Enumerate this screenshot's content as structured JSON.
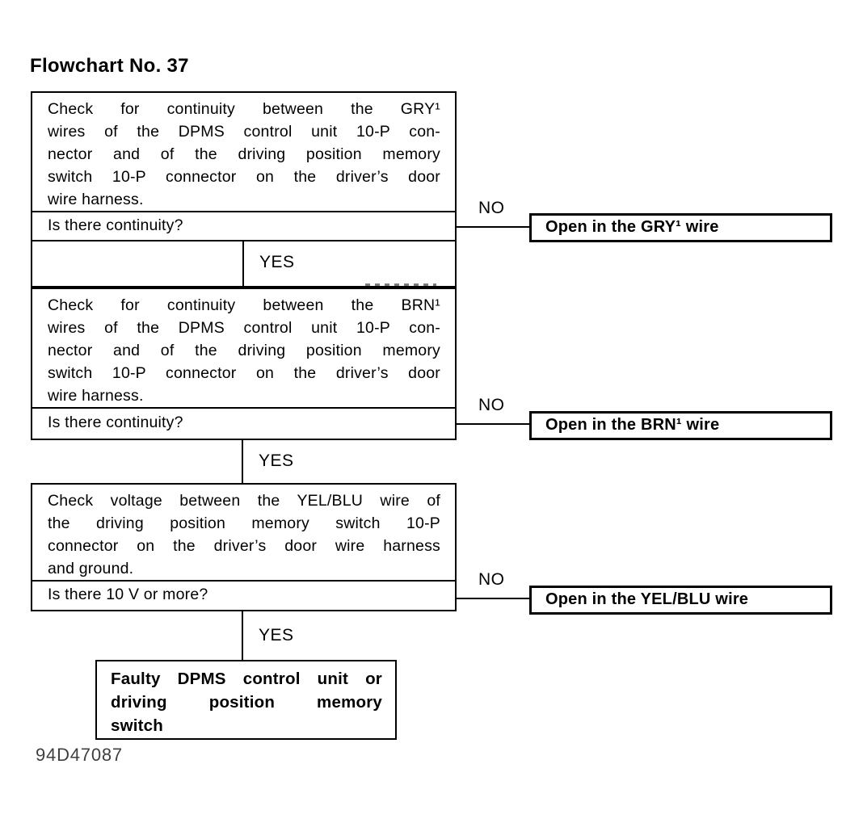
{
  "title": "Flowchart No. 37",
  "footer_code": "94D47087",
  "colors": {
    "ink": "#000000",
    "paper": "#ffffff"
  },
  "flowchart": {
    "steps": [
      {
        "statement_lines": [
          "Check for continuity between the GRY¹",
          "wires of the DPMS control unit 10-P con-",
          "nector and of the driving position memory",
          "switch 10-P connector on the driver’s door",
          "wire harness."
        ],
        "question": "Is there continuity?",
        "yes_label": "YES",
        "no_label": "NO",
        "result": "Open in the GRY¹ wire"
      },
      {
        "statement_lines": [
          "Check for continuity between the BRN¹",
          "wires of the DPMS control unit 10-P con-",
          "nector and of the driving position memory",
          "switch 10-P connector on the driver’s door",
          "wire harness."
        ],
        "question": "Is there continuity?",
        "yes_label": "YES",
        "no_label": "NO",
        "result": "Open in the BRN¹ wire"
      },
      {
        "statement_lines": [
          "Check voltage between the YEL/BLU wire of",
          "the driving position memory switch 10-P",
          "connector on the driver’s door wire harness",
          "and ground."
        ],
        "question": "Is there 10 V or more?",
        "yes_label": "YES",
        "no_label": "NO",
        "result": "Open in the YEL/BLU wire"
      }
    ],
    "final_result_lines": [
      "Faulty DPMS control unit or",
      "driving position memory",
      "switch"
    ]
  }
}
